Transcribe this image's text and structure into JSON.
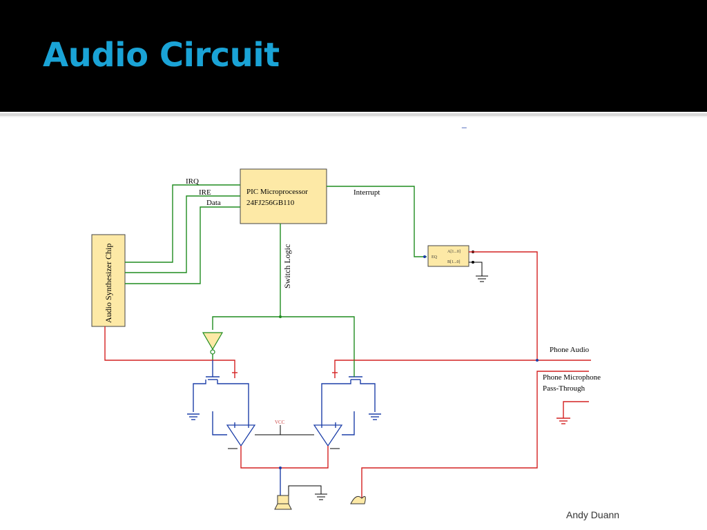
{
  "slide": {
    "title": "Audio Circuit",
    "author": "Andy Duann",
    "stray_mark": "_"
  },
  "colors": {
    "title": "#1aa3d6",
    "chip_fill": "#fde9a6",
    "wire_green": "#1e8c1e",
    "wire_red": "#d42020",
    "wire_blue": "#1c3ea8"
  },
  "schematic": {
    "mcu_line1": "PIC Microprocessor",
    "mcu_line2": "24FJ256GB110",
    "synth_label": "Audio Synthesizer Chip",
    "sig_irq": "IRQ",
    "sig_ire": "IRE",
    "sig_data": "Data",
    "sig_interrupt": "Interrupt",
    "sig_switch": "Switch Logic",
    "phone_audio": "Phone Audio",
    "phone_mic_line1": "Phone Microphone",
    "phone_mic_line2": "Pass-Through",
    "vcc": "VCC",
    "comp_pin_a": "A[1...0]",
    "comp_pin_b": "B[1...0]",
    "comp_pin_eq": "EQ"
  }
}
